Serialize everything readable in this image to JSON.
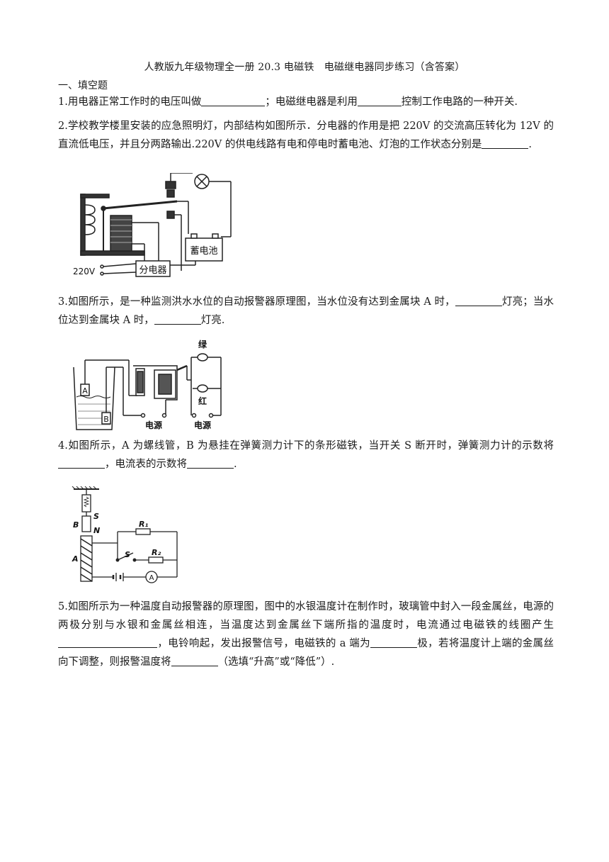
{
  "document": {
    "title": "人教版九年级物理全一册 20.3 电磁铁　电磁继电器同步练习（含答案）",
    "section": "一、填空题"
  },
  "questions": {
    "q1": {
      "part1": "1.用电器正常工作时的电压叫做",
      "part2": "；电磁继电器是利用",
      "part3": "控制工作电路的一种开关."
    },
    "q2": {
      "part1": "2.学校教学楼里安装的应急照明灯，内部结构如图所示．分电器的作用是把 220V 的交流高压转化为 12V 的直流低电压，并且分两路输出.220V 的供电线路有电和停电时蓄电池、灯泡的工作状态分别是",
      "part2": "."
    },
    "q3": {
      "part1": "3.如图所示，是一种监测洪水水位的自动报警器原理图，当水位没有达到金属块 A 时，",
      "part2": "灯亮；当水位达到金属块 A 时，",
      "part3": "灯亮."
    },
    "q4": {
      "part1": "4.如图所示，A 为螺线管，B 为悬挂在弹簧测力计下的条形磁铁，当开关 S 断开时，弹簧测力计的示数将",
      "part2": "，电流表的示数将",
      "part3": "."
    },
    "q5": {
      "part1": "5.如图所示为一种温度自动报警器的原理图，图中的水银温度计在制作时，玻璃管中封入一段金属丝，电源的两极分别与水银和金属丝相连，当温度达到金属丝下端所指的温度时，电流通过电磁铁的线圈产生",
      "part2": "，电铃响起，发出报警信号，电磁铁的 a 端为",
      "part3": "极，若将温度计上端的金属丝向下调整，则报警温度将",
      "part4": "（选填“升高”或“降低”）."
    }
  },
  "figures": {
    "fig1": {
      "battery_label": "蓄电池",
      "distributor_label": "分电器",
      "voltage_label": "220V"
    },
    "fig2": {
      "green_label": "绿",
      "red_label": "红",
      "power_label_1": "电源",
      "power_label_2": "电源",
      "block_a": "A",
      "block_b": "B"
    },
    "fig3": {
      "label_s": "S",
      "label_b": "B",
      "label_n": "N",
      "label_a": "A",
      "label_switch": "S",
      "label_r1": "R₁",
      "label_r2": "R₂",
      "label_ammeter": "A"
    }
  }
}
